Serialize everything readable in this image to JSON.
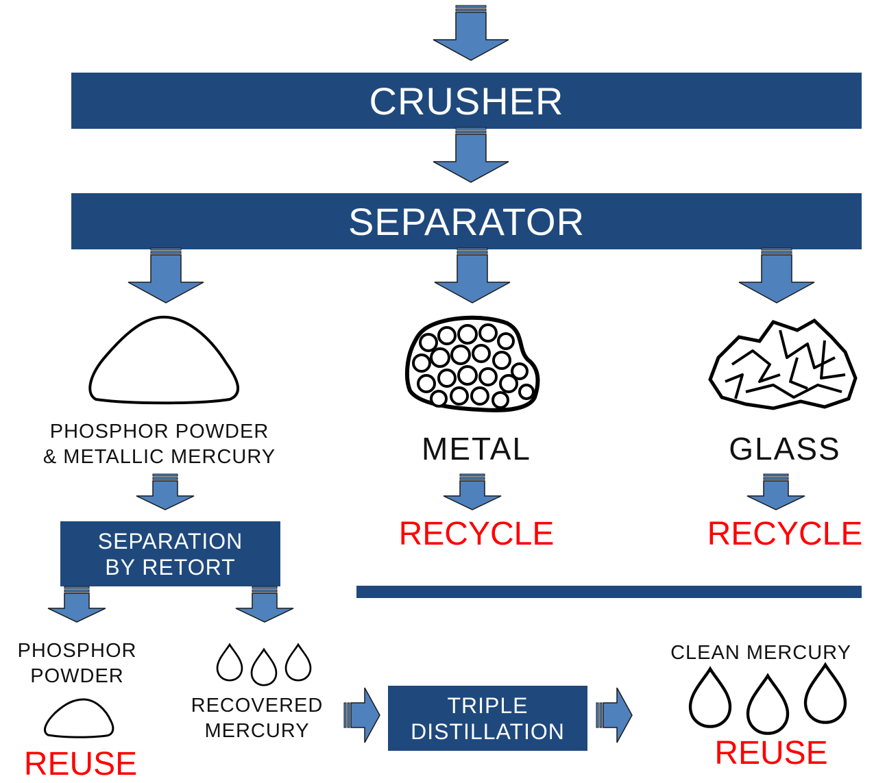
{
  "stages": {
    "crusher": "CRUSHER",
    "separator": "SEPARATOR",
    "retort_line1": "SEPARATION",
    "retort_line2": "BY RETORT",
    "distill_line1": "TRIPLE",
    "distill_line2": "DISTILLATION"
  },
  "outputs": {
    "phosphor_mercury_line1": "PHOSPHOR POWDER",
    "phosphor_mercury_line2": "& METALLIC MERCURY",
    "metal": "METAL",
    "glass": "GLASS",
    "phosphor_line1": "PHOSPHOR",
    "phosphor_line2": "POWDER",
    "recovered_line1": "RECOVERED",
    "recovered_line2": "MERCURY",
    "clean_mercury": "CLEAN MERCURY"
  },
  "actions": {
    "metal_action": "RECYCLE",
    "glass_action": "RECYCLE",
    "phosphor_action": "REUSE",
    "mercury_action": "REUSE"
  },
  "colors": {
    "box_fill": "#1f497d",
    "arrow_fill": "#4f81bd",
    "action_text": "#ff0000"
  }
}
